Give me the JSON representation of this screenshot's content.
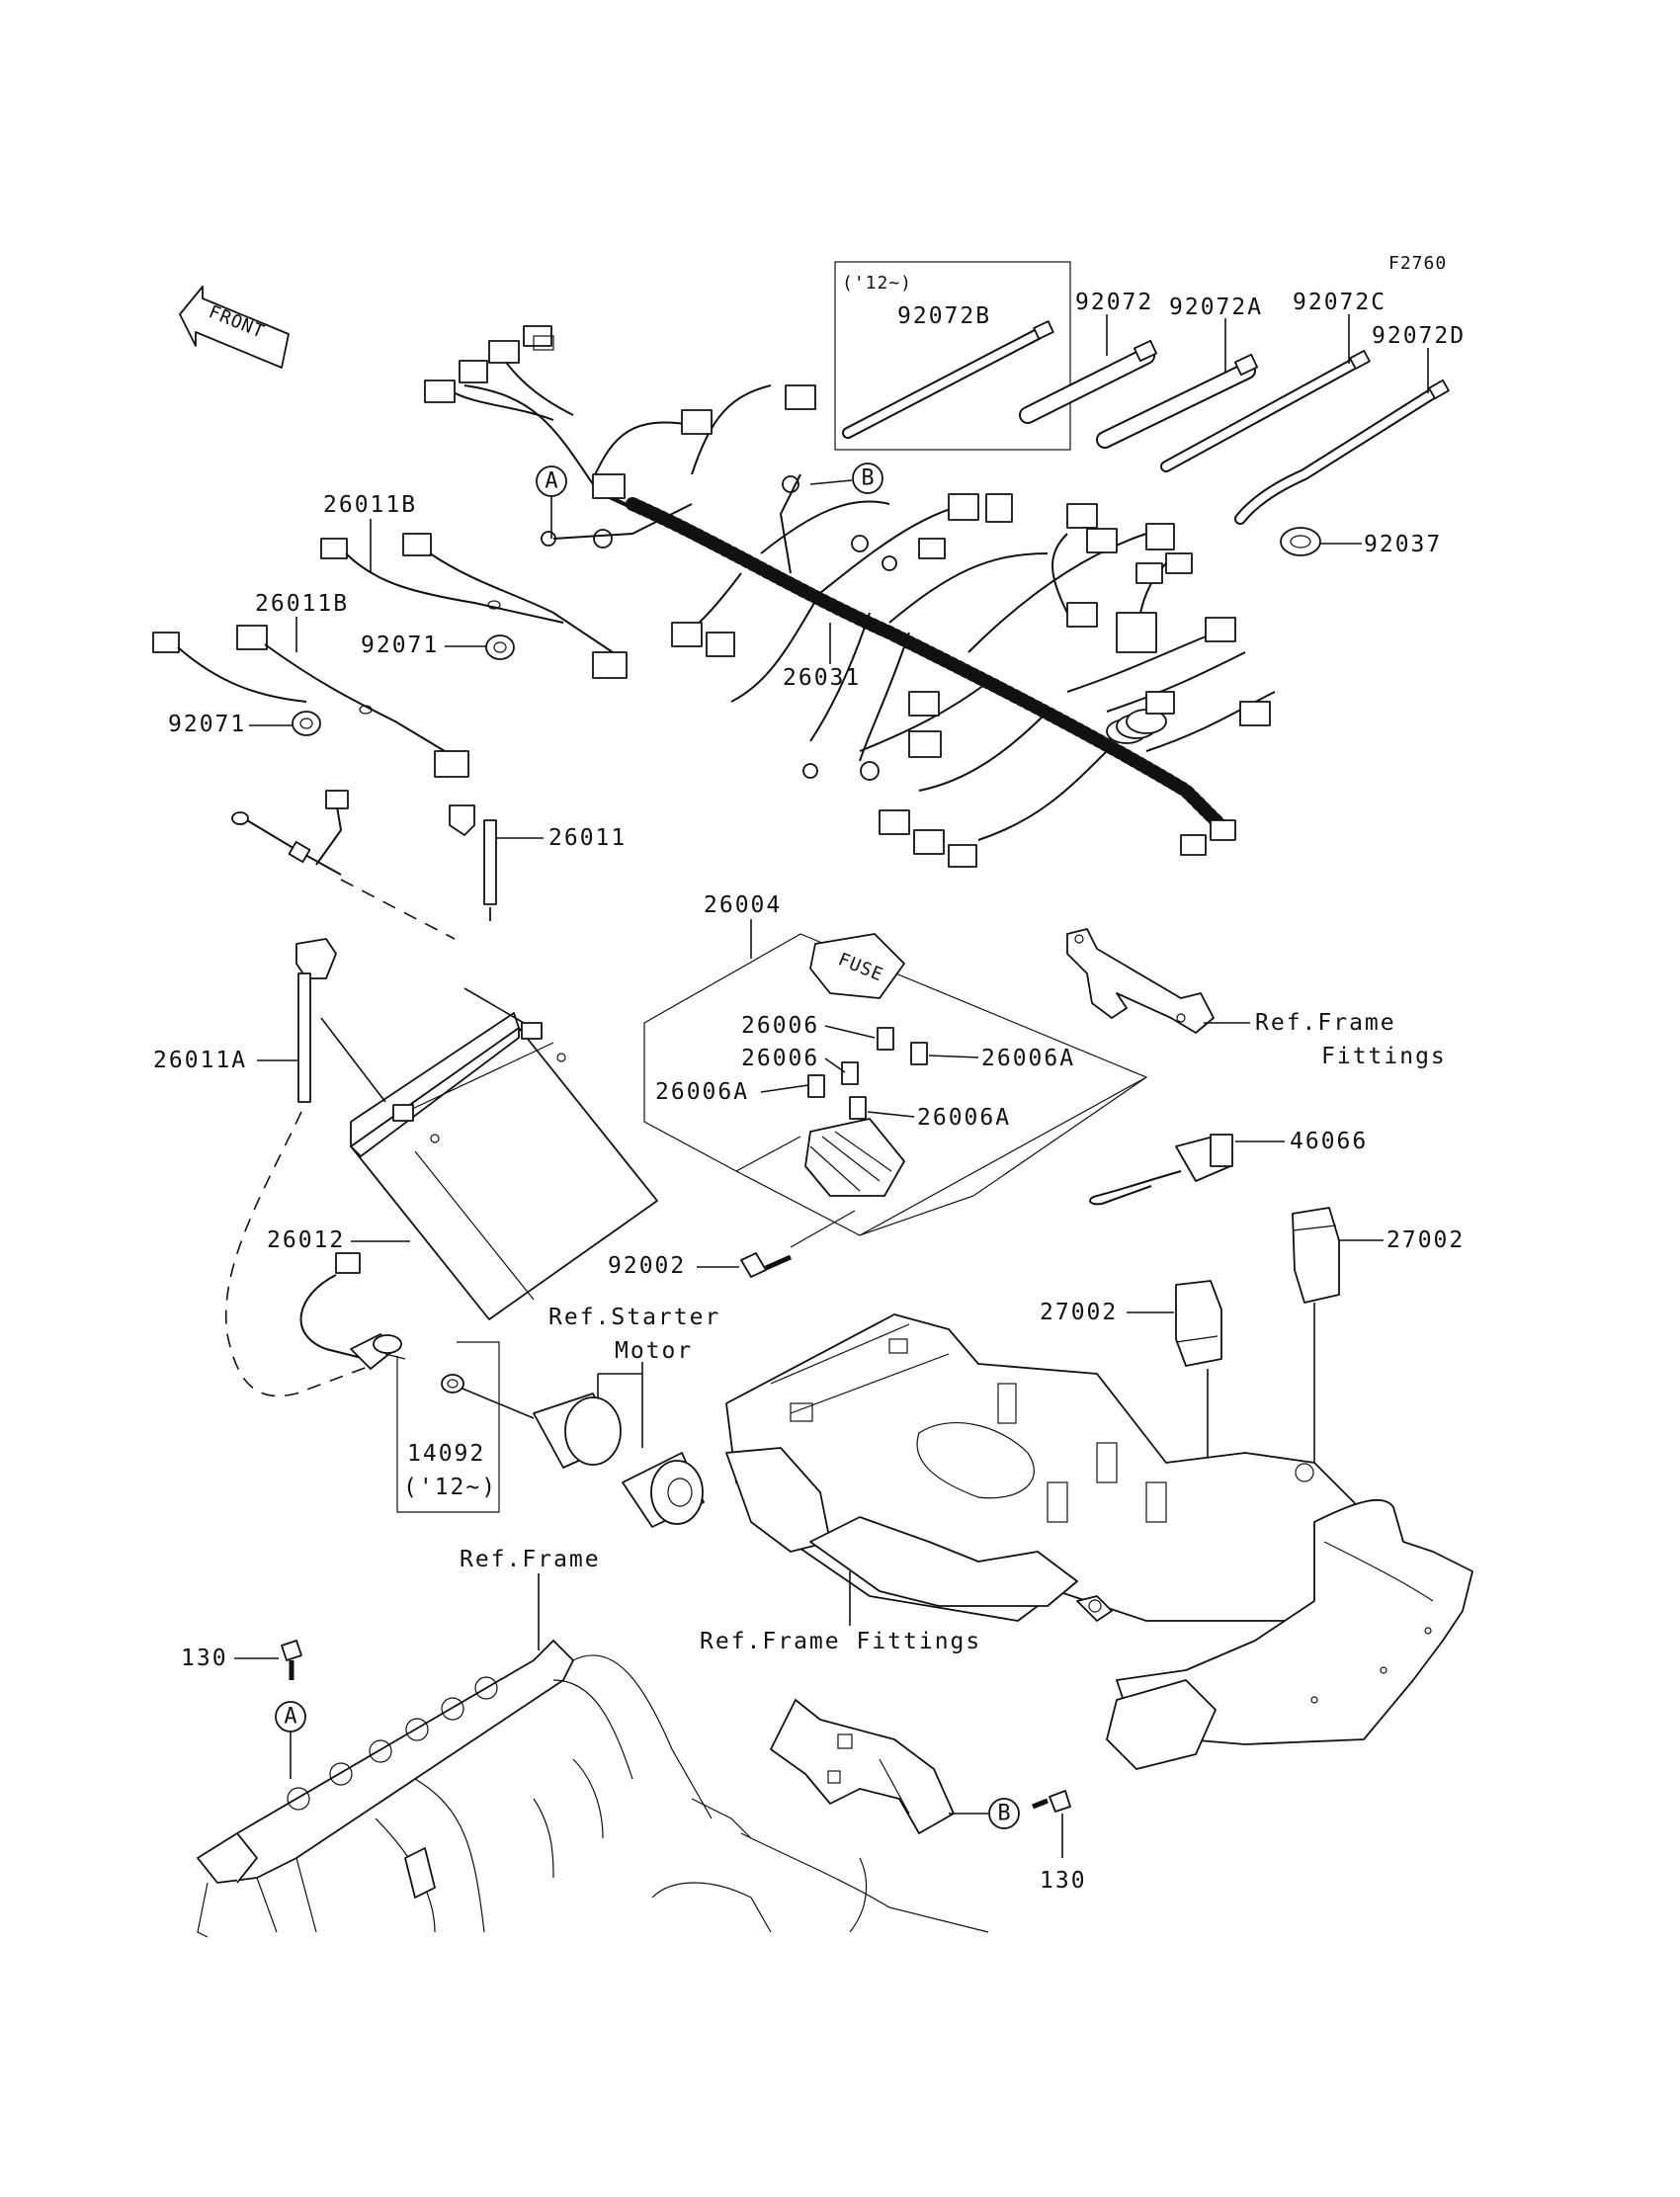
{
  "figure_code": "F2760",
  "front_label": "FRONT",
  "parts": {
    "p92072B": "92072B",
    "p92072": "92072",
    "p92072A": "92072A",
    "p92072C": "92072C",
    "p92072D": "92072D",
    "p92037": "92037",
    "p26011B_top": "26011B",
    "p26011B_mid": "26011B",
    "p92071_a": "92071",
    "p92071_b": "92071",
    "p26031": "26031",
    "p26011": "26011",
    "p26004": "26004",
    "p26006_a": "26006",
    "p26006_b": "26006",
    "p26006A_a": "26006A",
    "p26006A_b": "26006A",
    "p26006A_c": "26006A",
    "p26011A": "26011A",
    "p26012": "26012",
    "p92002": "92002",
    "p46066": "46066",
    "p27002_a": "27002",
    "p27002_b": "27002",
    "p14092": "14092",
    "p130_a": "130",
    "p130_b": "130"
  },
  "notes": {
    "year_box_top": "('12~)",
    "year_box_bottom": "('12~)",
    "fuse_text": "FUSE"
  },
  "refs": {
    "frame_fittings_1": "Ref.Frame",
    "frame_fittings_2": "Fittings",
    "starter_1": "Ref.Starter",
    "starter_2": "Motor",
    "frame": "Ref.Frame",
    "frame_fittings_bottom": "Ref.Frame Fittings"
  },
  "callouts": {
    "a": "A",
    "b": "B"
  }
}
